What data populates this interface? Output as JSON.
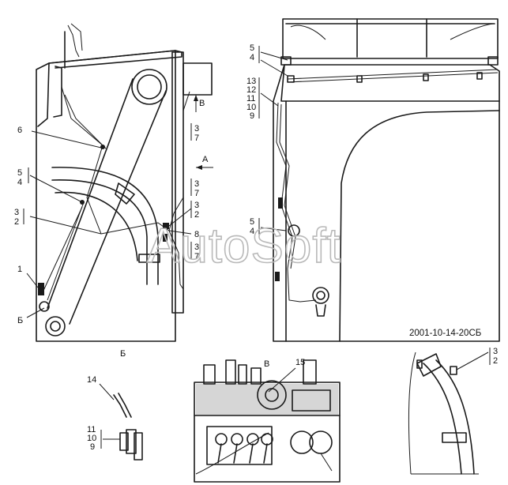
{
  "drawing_code": "2001-10-14-20СБ",
  "watermark": "AutoSoft",
  "view_labels": {
    "detail_b": "Б",
    "detail_v": "В"
  },
  "direction_arrows": {
    "arrow_a": "А",
    "arrow_v": "В"
  },
  "callouts": {
    "left_view": {
      "item_6": "6",
      "item_5_4": [
        "5",
        "4"
      ],
      "item_3_2": [
        "3",
        "2"
      ],
      "item_1": "1",
      "mark_b": "Б",
      "item_3_7_top": [
        "3",
        "7"
      ],
      "item_3_7_mid": [
        "3",
        "7"
      ],
      "item_3_2_right": [
        "3",
        "2"
      ],
      "item_8": "8",
      "item_3_7_bottom": [
        "3",
        "7"
      ]
    },
    "right_view": {
      "item_5_4_top": [
        "5",
        "4"
      ],
      "item_13_12_11_10_9": [
        "13",
        "12",
        "11",
        "10",
        "9"
      ],
      "item_5_4_bottom": [
        "5",
        "4"
      ]
    },
    "detail_b": {
      "item_14": "14",
      "item_11_10_9": [
        "11",
        "10",
        "9"
      ]
    },
    "detail_v": {
      "item_15": "15"
    },
    "detail_right": {
      "item_3_2": [
        "3",
        "2"
      ]
    }
  }
}
